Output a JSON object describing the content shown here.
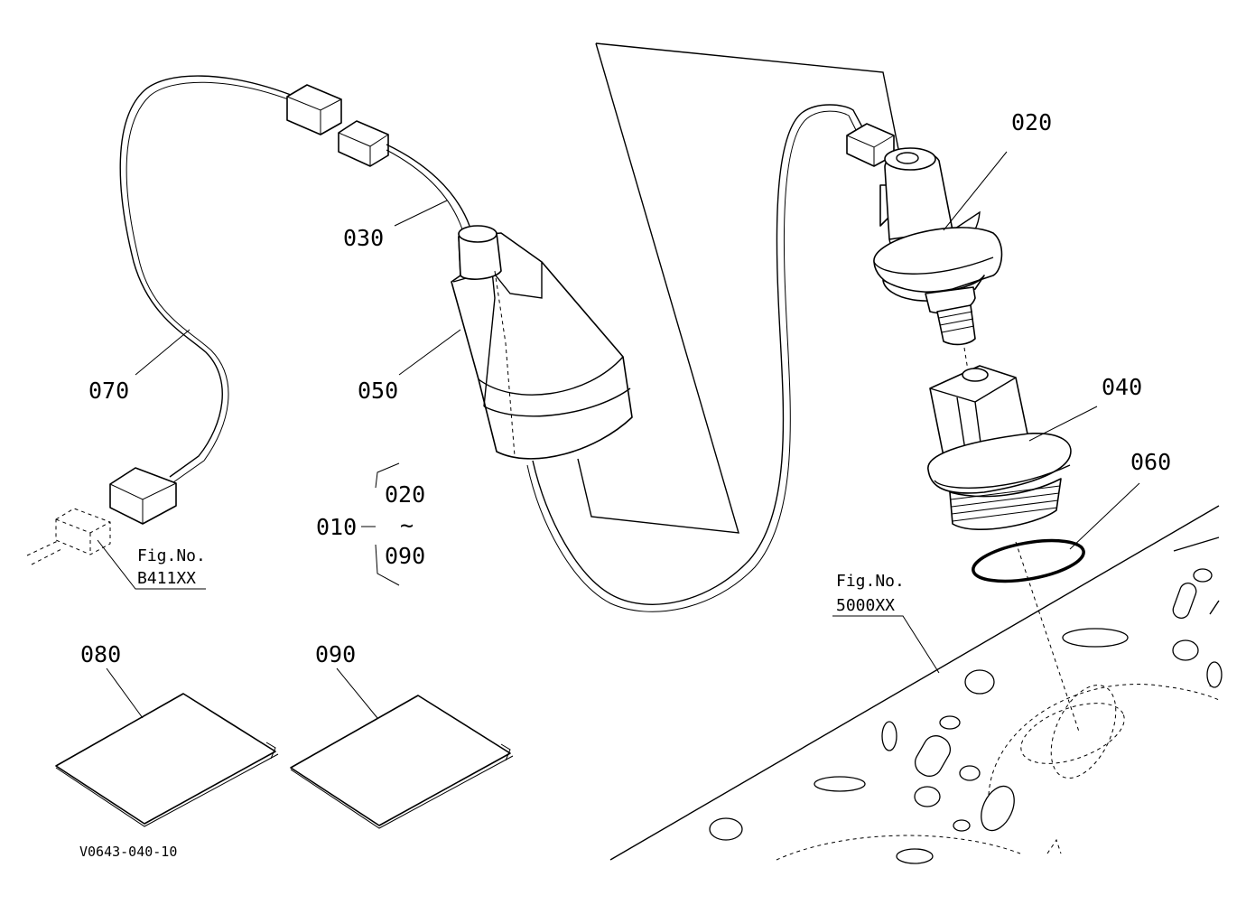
{
  "labels": {
    "p020": "020",
    "p030": "030",
    "p040": "040",
    "p050": "050",
    "p060": "060",
    "p070": "070",
    "p080": "080",
    "p090": "090",
    "group_parent": "010",
    "group_from": "020",
    "group_tilde": "~",
    "group_to": "090"
  },
  "references": {
    "fig_a_caption": "Fig.No.",
    "fig_a_number": "B411XX",
    "fig_b_caption": "Fig.No.",
    "fig_b_number": "5000XX"
  },
  "drawing_code": "V0643-040-10"
}
